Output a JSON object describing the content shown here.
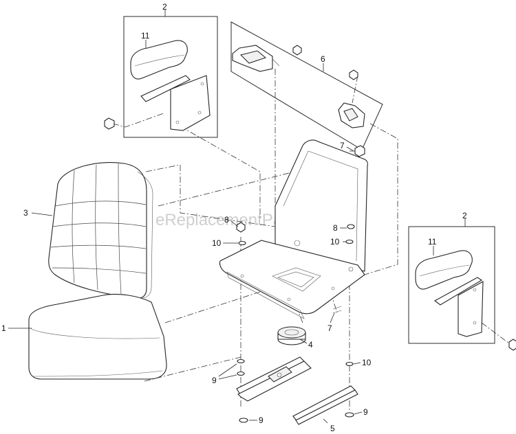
{
  "watermark": "eReplacementParts.com",
  "callouts": {
    "c1": "1",
    "c2_top": "2",
    "c2_right": "2",
    "c3": "3",
    "c4": "4",
    "c5": "5",
    "c6": "6",
    "c7_top": "7",
    "c7_bottom": "7",
    "c8_left": "8",
    "c8_right": "8",
    "c9_mid": "9",
    "c9_left": "9",
    "c9_right": "9",
    "c10_left": "10",
    "c10_right": "10",
    "c10_bottom": "10",
    "c11_top": "11",
    "c11_right": "11"
  }
}
